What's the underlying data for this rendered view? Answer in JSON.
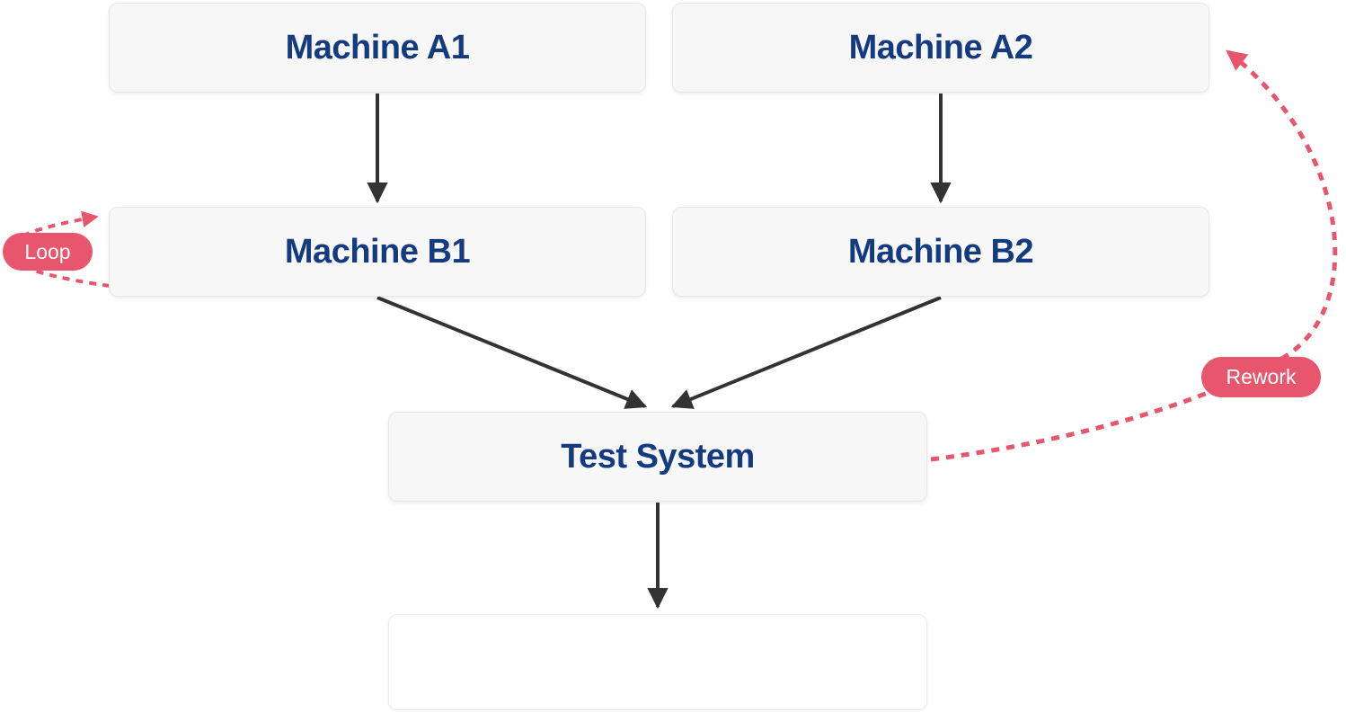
{
  "nodes": [
    {
      "id": "machine-a1",
      "label": "Machine A1"
    },
    {
      "id": "machine-a2",
      "label": "Machine A2"
    },
    {
      "id": "machine-b1",
      "label": "Machine B1"
    },
    {
      "id": "machine-b2",
      "label": "Machine B2"
    },
    {
      "id": "test-system",
      "label": "Test System"
    },
    {
      "id": "output-box",
      "label": ""
    }
  ],
  "annotations": [
    {
      "id": "loop",
      "label": "Loop"
    },
    {
      "id": "rework",
      "label": "Rework"
    }
  ],
  "edges": [
    {
      "from": "machine-a1",
      "to": "machine-b1",
      "style": "solid"
    },
    {
      "from": "machine-a2",
      "to": "machine-b2",
      "style": "solid"
    },
    {
      "from": "machine-b1",
      "to": "test-system",
      "style": "solid"
    },
    {
      "from": "machine-b2",
      "to": "test-system",
      "style": "solid"
    },
    {
      "from": "test-system",
      "to": "output-box",
      "style": "solid"
    },
    {
      "from": "machine-b1",
      "to": "machine-b1",
      "style": "dashed",
      "label": "Loop"
    },
    {
      "from": "test-system",
      "to": "machine-a2",
      "style": "dashed",
      "label": "Rework"
    }
  ],
  "colors": {
    "node_text": "#143a80",
    "node_bg": "#f7f7f7",
    "node_border": "#e8e8e8",
    "output_bg": "#ffffff",
    "arrow_dark": "#333333",
    "accent_pink": "#e7566d"
  }
}
